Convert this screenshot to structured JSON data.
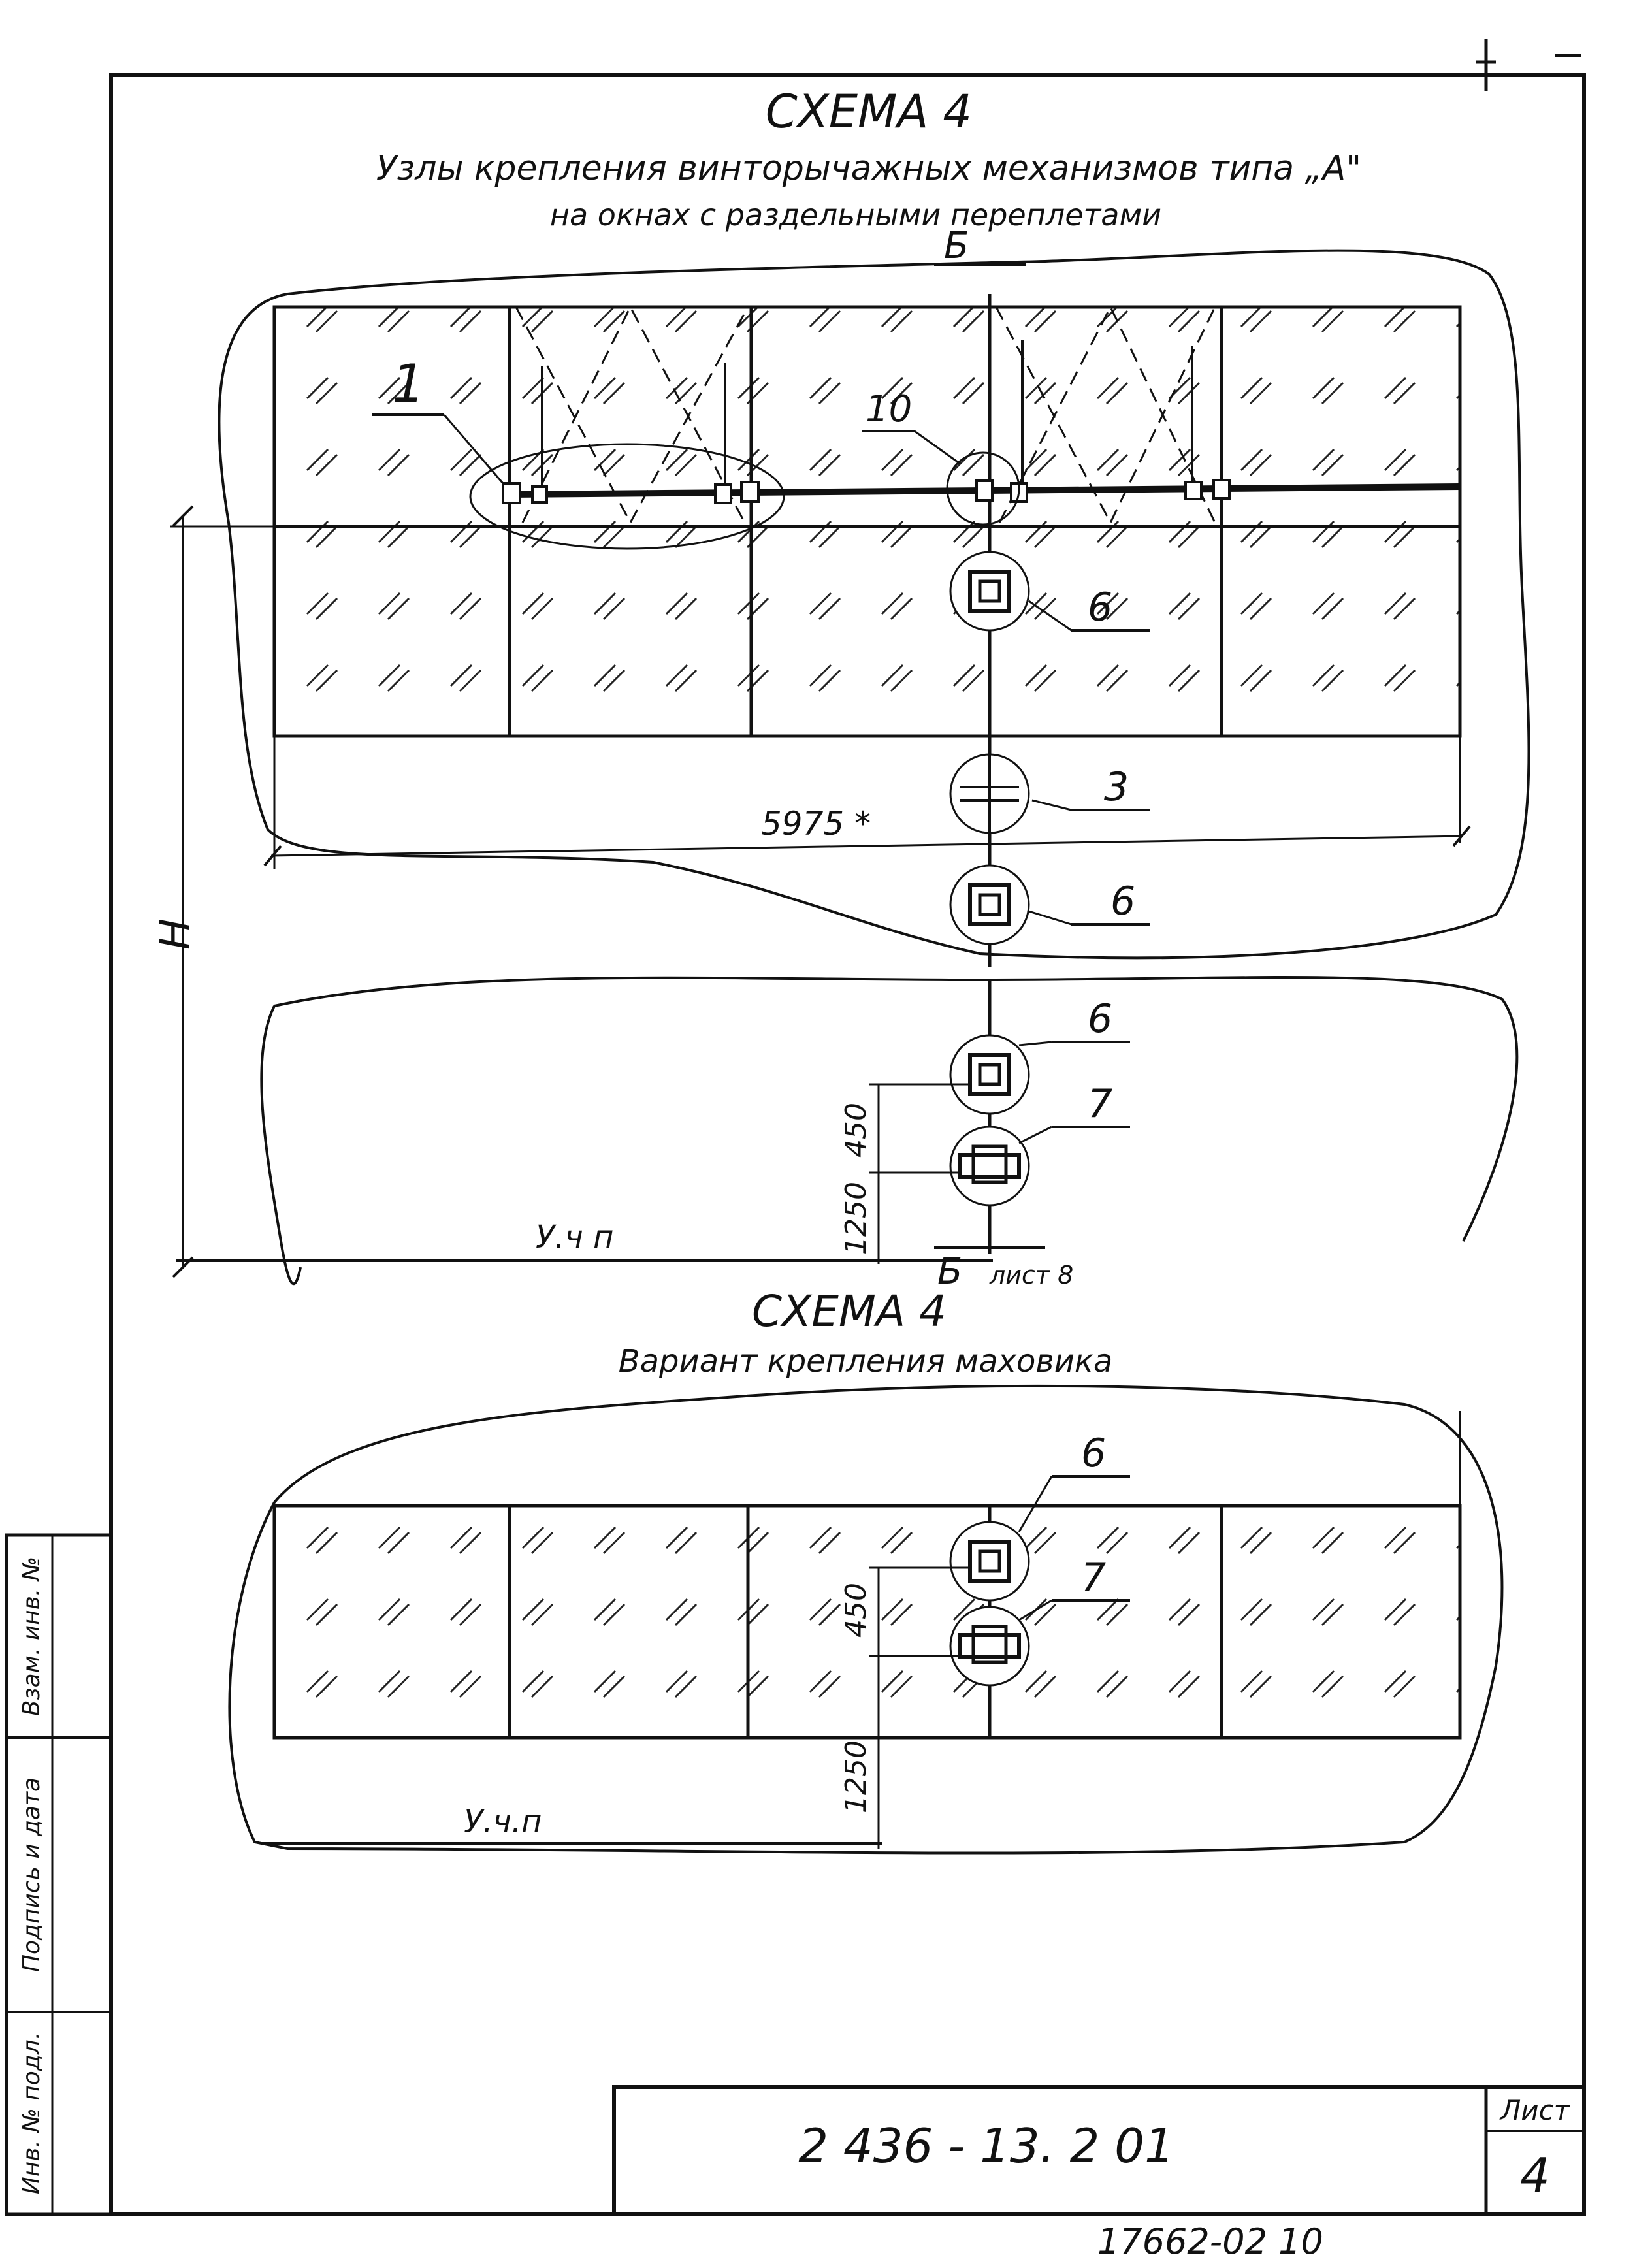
{
  "scheme_top": {
    "title": "СХЕМА 4",
    "subtitle_line1": "Узлы крепления винторычажных механизмов типа „А\"",
    "subtitle_line2": "на окнах с раздельными переплетами",
    "section_mark": "Б",
    "section_mark_bottom": "Б",
    "sheet_ref": "лист 8",
    "dim_width": "5975 *",
    "dim_height": "H",
    "dim_450": "450",
    "dim_1250": "1250",
    "floor_label": "У.ч п",
    "callouts": [
      "1",
      "10",
      "6",
      "3",
      "6",
      "6",
      "7"
    ]
  },
  "scheme_bottom": {
    "title": "СХЕМА 4",
    "subtitle": "Вариант крепления маховика",
    "dim_450": "450",
    "dim_1250": "1250",
    "floor_label": "У.ч.п",
    "callouts": [
      "6",
      "7"
    ]
  },
  "side_stamp": {
    "cell1": "Взам. инв. №",
    "cell2": "Подпись и дата",
    "cell3": "Инв. № подл."
  },
  "title_block": {
    "doc_code": "2 436 - 13. 2 01",
    "sheet_label": "Лист",
    "sheet_number": "4"
  },
  "footer_code": "17662-02 10"
}
